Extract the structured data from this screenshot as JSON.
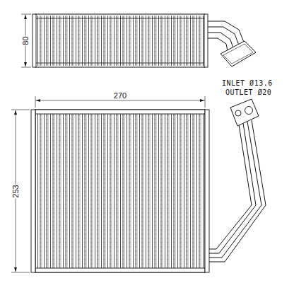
{
  "diagram": {
    "labels": [
      "80",
      "270",
      "INLET Ø13.6",
      "OUTLET Ø20",
      "253"
    ]
  }
}
